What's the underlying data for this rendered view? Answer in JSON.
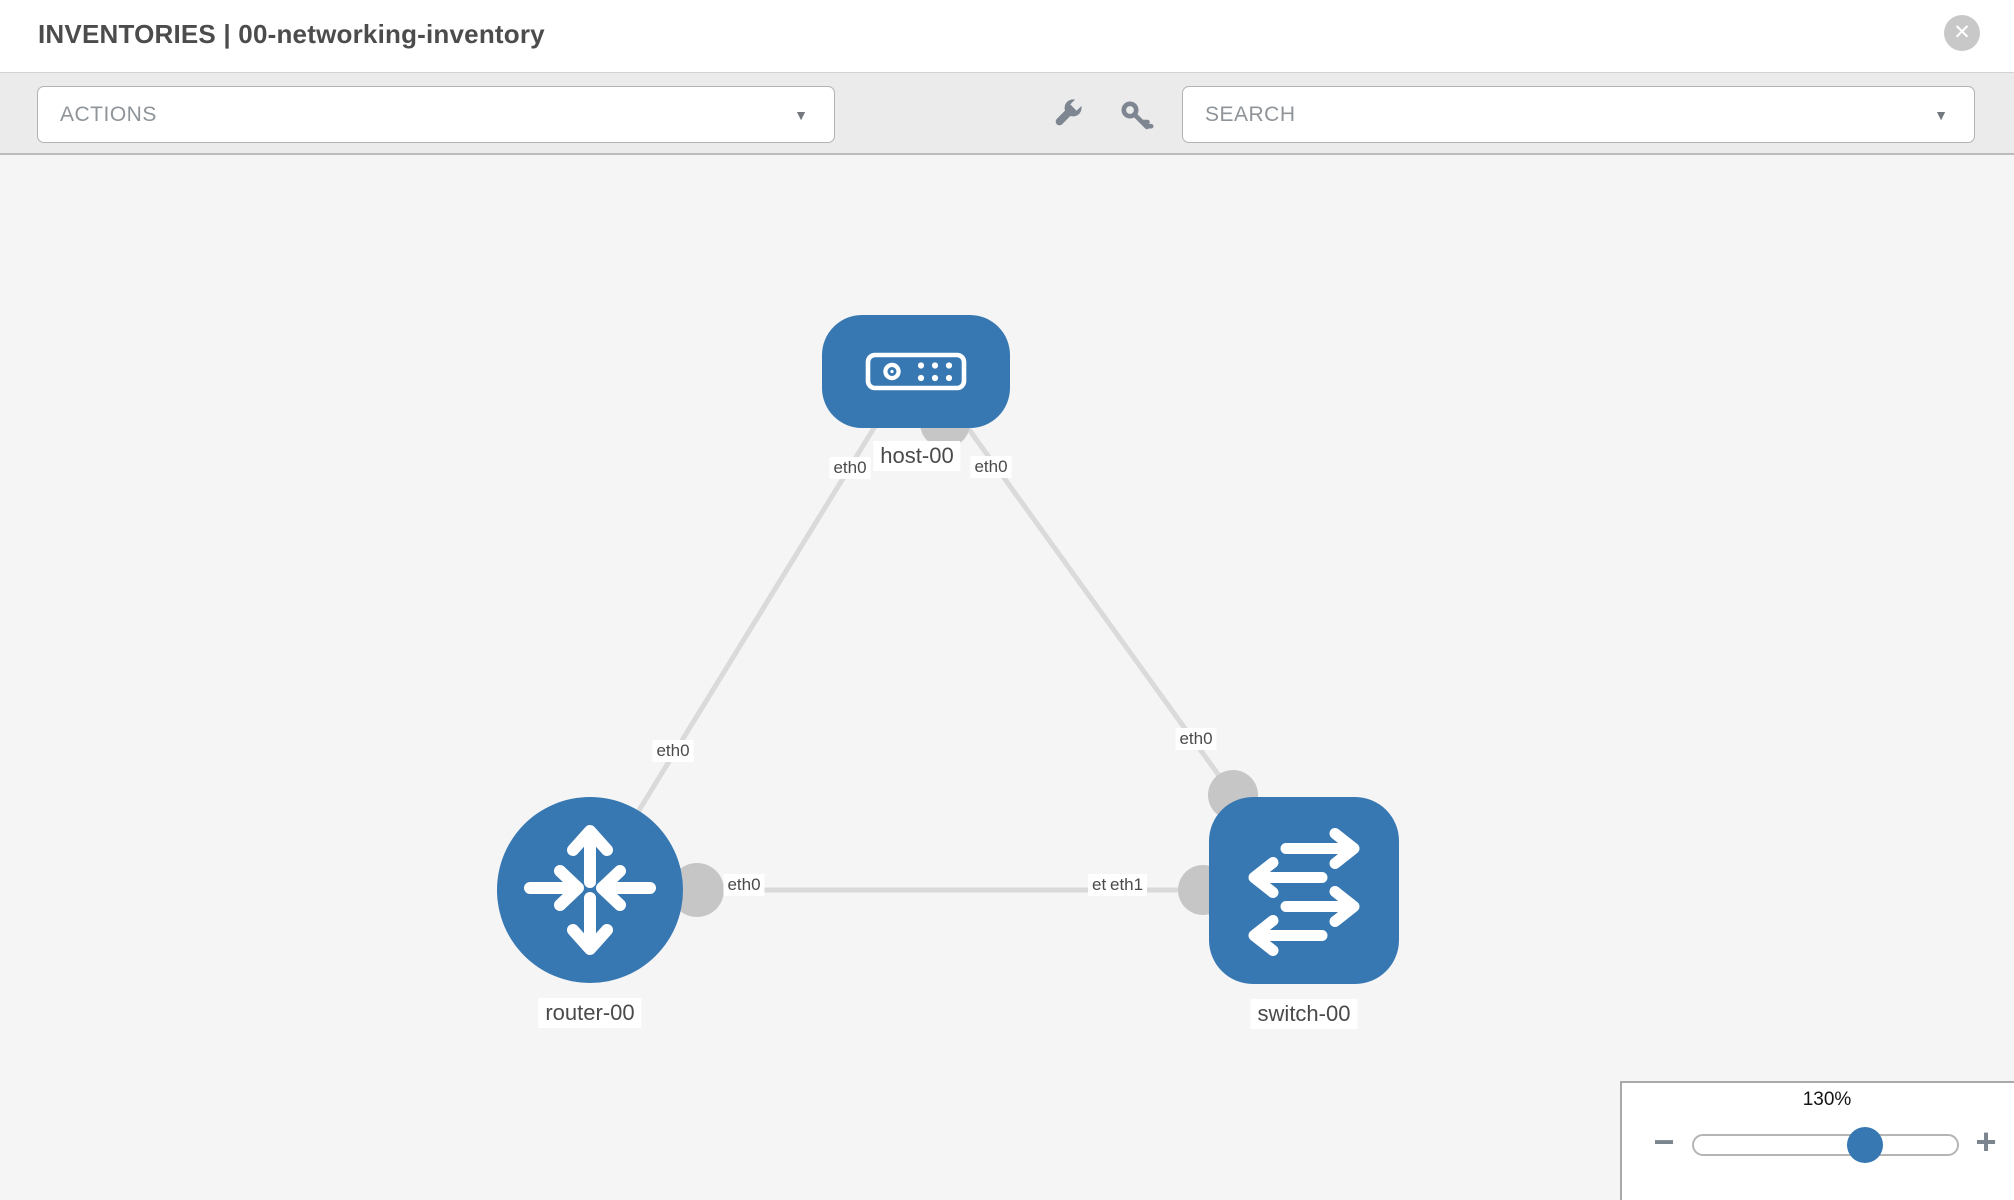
{
  "header": {
    "title": "INVENTORIES | 00-networking-inventory",
    "close_glyph": "✕"
  },
  "toolbar": {
    "actions_label": "ACTIONS",
    "search_placeholder": "SEARCH",
    "caret_glyph": "▼"
  },
  "diagram": {
    "nodes": [
      {
        "name": "host-00",
        "type": "host"
      },
      {
        "name": "router-00",
        "type": "router"
      },
      {
        "name": "switch-00",
        "type": "switch"
      }
    ],
    "links": [
      {
        "from": "host-00",
        "from_interface": "eth0",
        "to": "router-00",
        "to_interface": "eth0"
      },
      {
        "from": "host-00",
        "from_interface": "eth0",
        "to": "switch-00",
        "to_interface": "eth0"
      },
      {
        "from": "router-00",
        "from_interface": "eth0",
        "to": "switch-00",
        "to_interface": "eth1"
      }
    ],
    "labels": {
      "host": "host-00",
      "router": "router-00",
      "switch": "switch-00",
      "host_left_if": "eth0",
      "host_right_if": "eth0",
      "router_top_if": "eth0",
      "switch_top_if": "eth0",
      "router_right_if": "eth0",
      "switch_left_if": "eth1",
      "switch_left_if_hidden": "eth0"
    }
  },
  "zoom_control": {
    "level": "130%",
    "zoom_out_label": "−",
    "zoom_in_label": "+"
  },
  "colors": {
    "node_blue": "#3778b3",
    "link_gray": "#dadada",
    "port_gray": "#c6c6c6",
    "canvas_bg": "#f5f5f5",
    "toolbar_bg": "#ebebeb"
  }
}
